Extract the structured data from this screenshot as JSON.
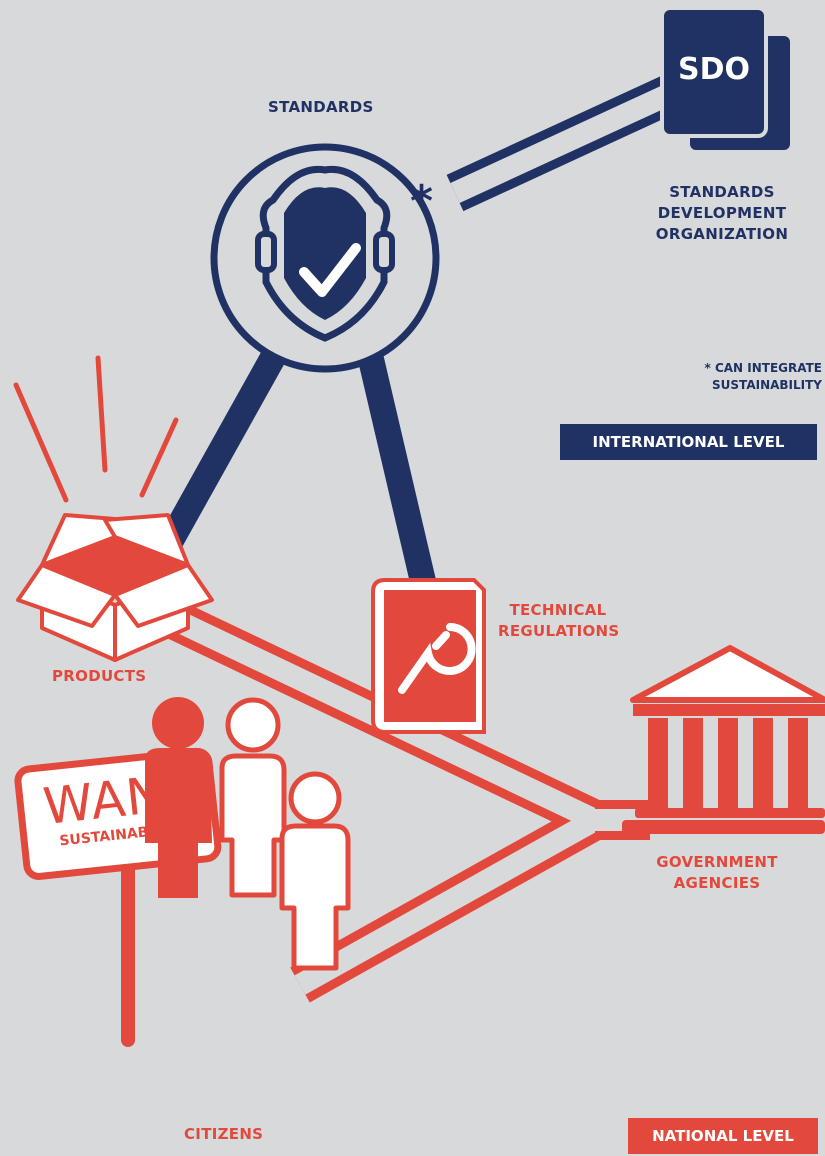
{
  "labels": {
    "standards": "STANDARDS",
    "sdo_box": "SDO",
    "sdo_line1": "STANDARDS",
    "sdo_line2": "DEVELOPMENT",
    "sdo_line3": "ORGANIZATION",
    "asterisk": "*",
    "note_line1": "* CAN INTEGRATE",
    "note_line2": "SUSTAINABILITY",
    "international_level": "INTERNATIONAL LEVEL",
    "products": "PRODUCTS",
    "technical_line1": "TECHNICAL",
    "technical_line2": "REGULATIONS",
    "government_line1": "GOVERNMENT",
    "government_line2": "AGENCIES",
    "sign_big": "WANT",
    "sign_small": "SUSTAINABILITY",
    "citizens": "CITIZENS",
    "national_level": "NATIONAL LEVEL"
  },
  "colors": {
    "navy": "#1f3263",
    "red": "#e2493c",
    "background": "#d8d9da",
    "white": "#ffffff"
  }
}
